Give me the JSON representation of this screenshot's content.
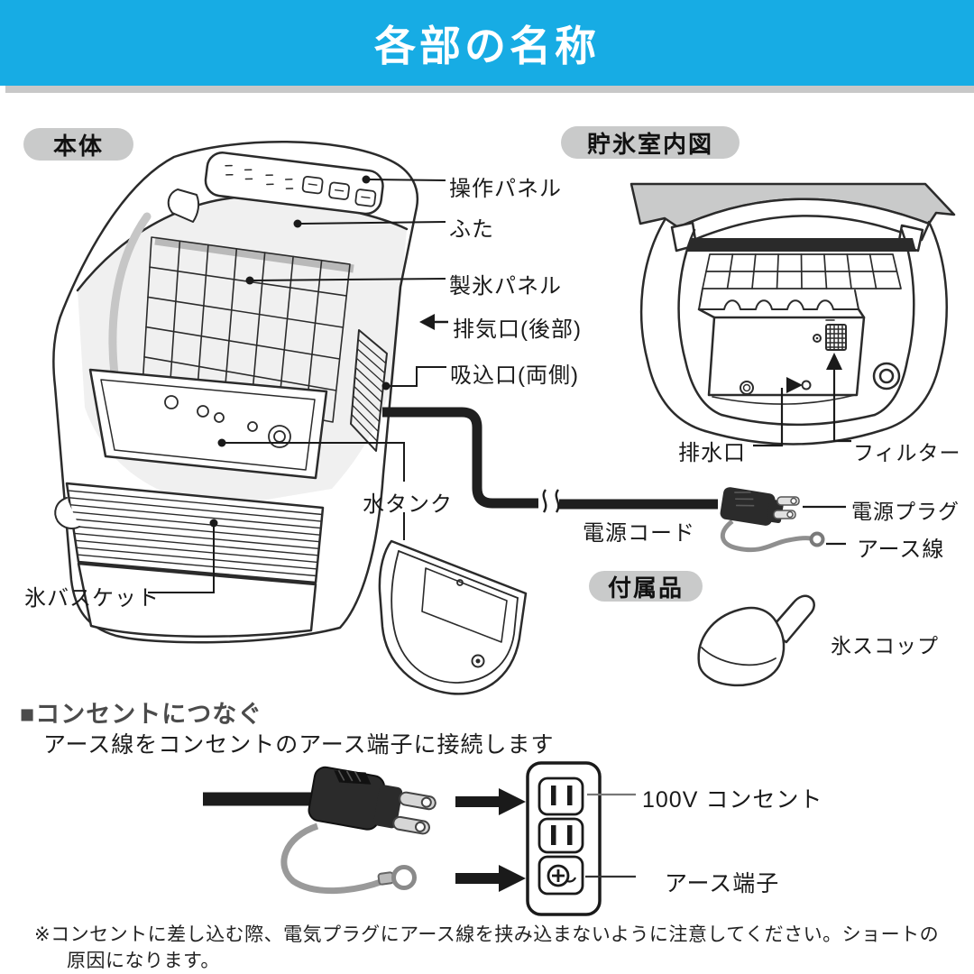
{
  "page": {
    "title": "各部の名称"
  },
  "colors": {
    "header_bg": "#17ACE4",
    "header_text": "#FFFFFF",
    "badge_bg": "#C9CACA",
    "text": "#1A1A1A",
    "heading_gray": "#4B4B4B",
    "divider_gray": "#C8C8C8"
  },
  "main_unit": {
    "badge": "本体",
    "labels": {
      "control_panel": "操作パネル",
      "lid": "ふた",
      "ice_making_panel": "製氷パネル",
      "exhaust_vent": "排気口(後部)",
      "intake_vent": "吸込口(両側)",
      "water_tank": "水タンク",
      "ice_basket": "氷バスケット"
    }
  },
  "storage_room": {
    "badge": "貯氷室内図",
    "labels": {
      "drain": "排水口",
      "filter": "フィルター"
    }
  },
  "power": {
    "cord": "電源コード",
    "plug": "電源プラグ",
    "earth_wire": "アース線"
  },
  "accessories": {
    "badge": "付属品",
    "ice_scoop": "氷スコップ"
  },
  "connect_section": {
    "heading": "■コンセントにつなぐ",
    "subheading": "アース線をコンセントのアース端子に接続します",
    "outlet_label": "100V コンセント",
    "earth_terminal_label": "アース端子",
    "note_line1": "※コンセントに差し込む際、電気プラグにアース線を挟み込まないように注意してください。ショートの",
    "note_line2": "原因になります。"
  }
}
